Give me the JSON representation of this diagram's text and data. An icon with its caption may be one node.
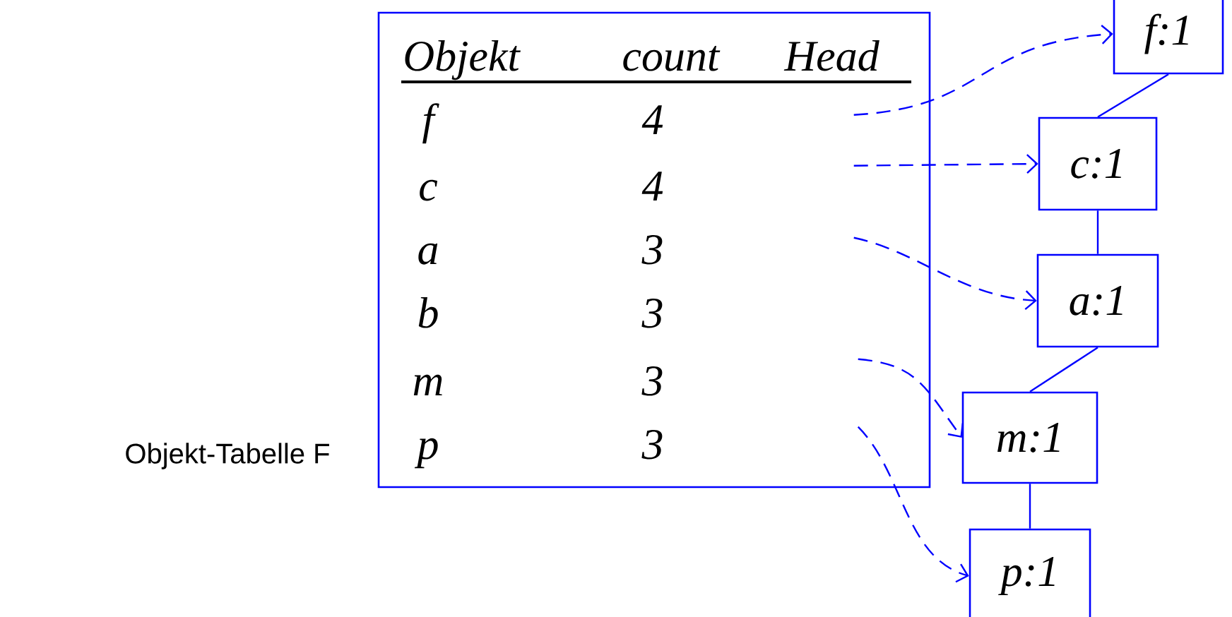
{
  "diagram": {
    "nodes": [
      {
        "text": [],
        "shape": "box",
        "beside": [
          "Objekt-Tabelle F"
        ]
      },
      {
        "text": [
          "f:1"
        ]
      },
      {
        "text": [
          "c:1"
        ]
      },
      {
        "text": [
          "a:1"
        ]
      },
      {
        "text": [
          "m:1"
        ]
      },
      {
        "text": [
          "p:1"
        ]
      }
    ],
    "edges": [
      {
        "from": 1,
        "to": 2,
        "arrow": "none"
      },
      {
        "from": 2,
        "to": 3,
        "arrow": "none"
      },
      {
        "from": 3,
        "to": 4,
        "arrow": "none"
      },
      {
        "from": 4,
        "to": 5,
        "arrow": "none"
      },
      {
        "from": 0,
        "to": 1,
        "arrow": "to",
        "style": "dashed"
      },
      {
        "from": 0,
        "to": 2,
        "arrow": "to",
        "style": "dashed"
      },
      {
        "from": 0,
        "to": 3,
        "arrow": "to",
        "style": "dashed"
      },
      {
        "from": 0,
        "to": 4,
        "arrow": "to",
        "style": "dashed"
      },
      {
        "from": 0,
        "to": 5,
        "arrow": "to",
        "style": "dashed"
      }
    ],
    "labels": [
      "Objekt",
      "count",
      "Head",
      "f",
      "4",
      "c",
      "4",
      "a",
      "3",
      "b",
      "3",
      "m",
      "3",
      "p",
      "3"
    ]
  }
}
